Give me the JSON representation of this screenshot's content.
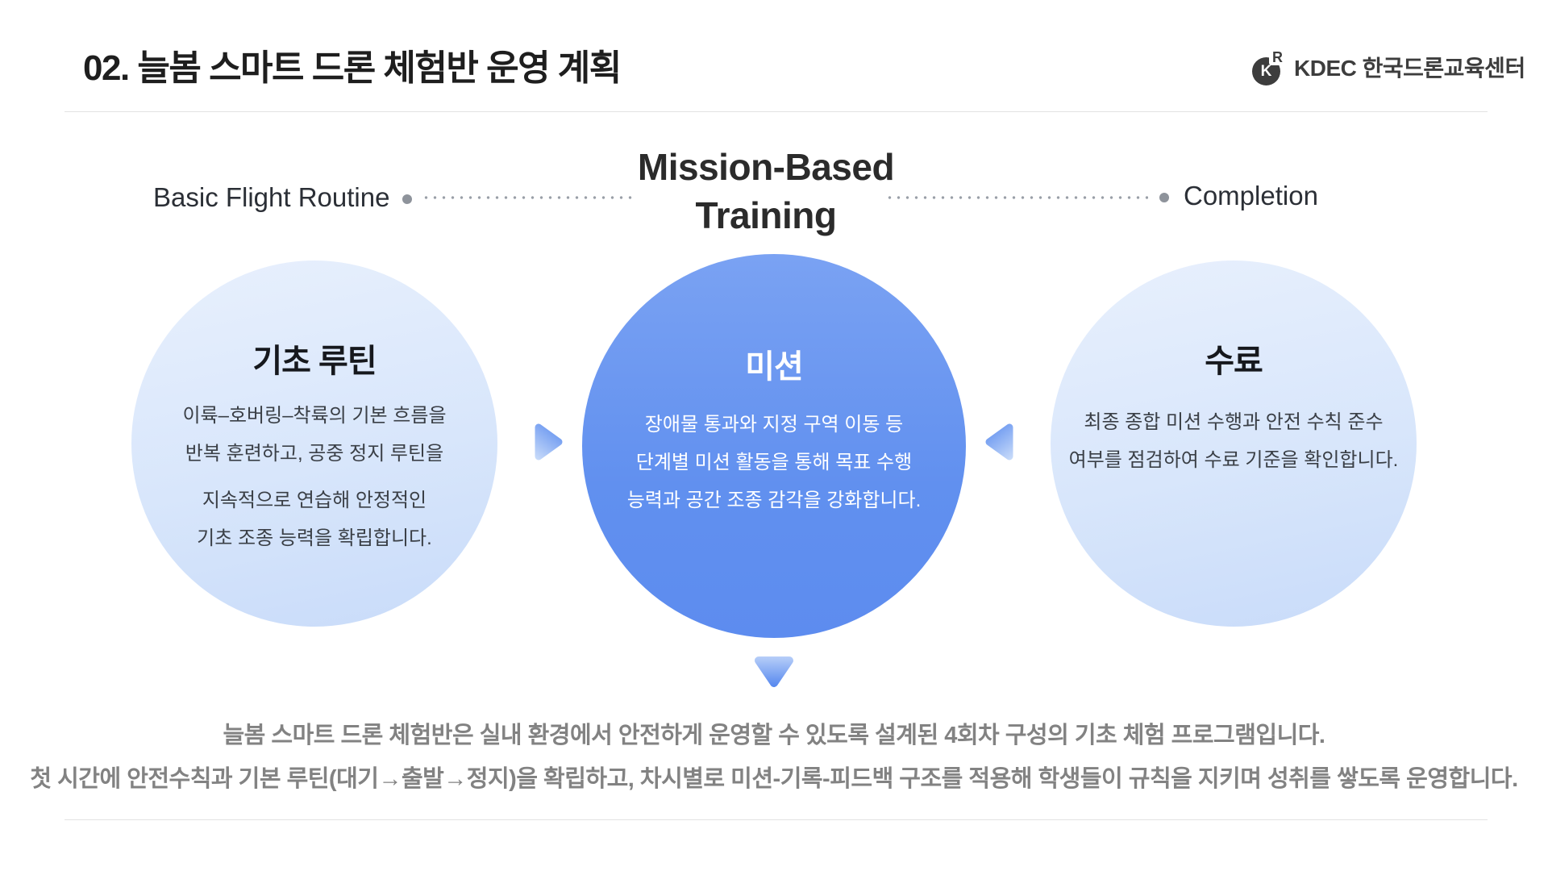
{
  "slide": {
    "title": "02. 늘봄 스마트 드론 체험반 운영 계획",
    "logo": {
      "mark_k": "K",
      "mark_r": "R",
      "name": "KDEC 한국드론교육센터"
    }
  },
  "flow": {
    "left_label": "Basic Flight Routine",
    "center_label_line1": "Mission-Based",
    "center_label_line2": "Training",
    "right_label": "Completion"
  },
  "circles": {
    "left": {
      "title": "기초 루틴",
      "body": [
        "이륙–호버링–착륙의 기본 흐름을",
        "반복 훈련하고, 공중 정지 루틴을",
        "지속적으로 연습해 안정적인",
        "기초 조종 능력을 확립합니다."
      ]
    },
    "center": {
      "title": "미션",
      "body": [
        "장애물 통과와 지정 구역 이동 등",
        "단계별 미션 활동을 통해 목표 수행",
        "능력과 공간 조종 감각을 강화합니다."
      ]
    },
    "right": {
      "title": "수료",
      "body": [
        "최종 종합 미션 수행과 안전 수칙 준수",
        "여부를 점검하여 수료 기준을 확인합니다."
      ]
    }
  },
  "footer": {
    "line1": "늘봄 스마트 드론 체험반은 실내 환경에서 안전하게 운영할 수 있도록 설계된 4회차 구성의 기초 체험 프로그램입니다.",
    "line2": "첫 시간에 안전수칙과 기본 루틴(대기→출발→정지)을 확립하고, 차시별로 미션-기록-피드백 구조를 적용해 학생들이 규칙을 지키며 성취를 쌓도록 운영합니다."
  },
  "colors": {
    "accent_blue": "#6190EF",
    "light_blue": "#D8E6FB",
    "title_dark": "#1E1E1E",
    "footer_gray": "#828282",
    "dot_gray": "#8E939B"
  }
}
